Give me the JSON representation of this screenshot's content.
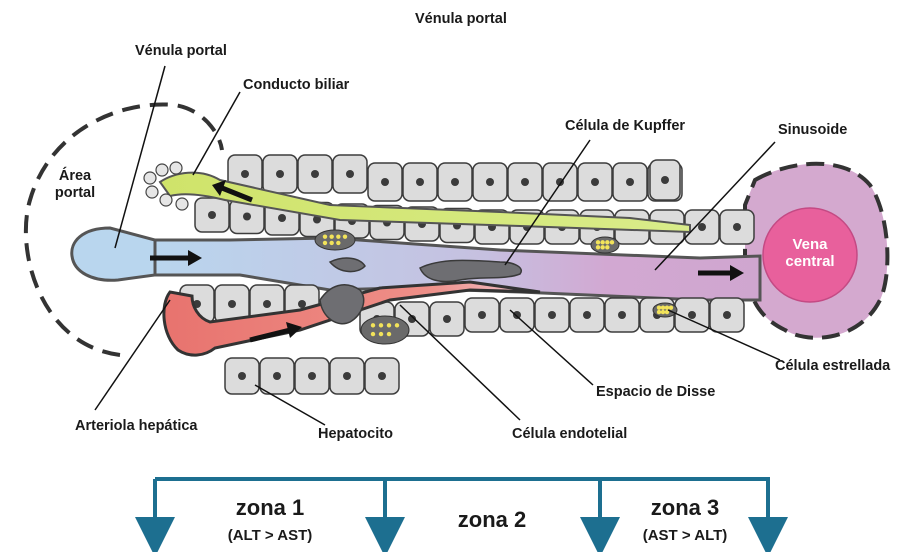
{
  "title": "Vénula portal",
  "labels": {
    "venula_portal": "Vénula portal",
    "conducto_biliar": "Conducto biliar",
    "area_portal_line1": "Área",
    "area_portal_line2": "portal",
    "celula_kupffer": "Célula de Kupffer",
    "sinusoide": "Sinusoide",
    "vena_central_line1": "Vena",
    "vena_central_line2": "central",
    "celula_estrellada": "Célula estrellada",
    "espacio_disse": "Espacio de Disse",
    "arteriola_hepatica": "Arteriola hepática",
    "hepatocito": "Hepatocito",
    "celula_endotelial": "Célula endotelial"
  },
  "zones": [
    {
      "title": "zona 1",
      "subtitle": "(ALT > AST)"
    },
    {
      "title": "zona 2",
      "subtitle": ""
    },
    {
      "title": "zona 3",
      "subtitle": "(AST > ALT)"
    }
  ],
  "colors": {
    "portal_blue": "#b9d6ee",
    "bile_green": "#d3e673",
    "artery_red": "#e8736e",
    "sinusoid_purple": "#cfa6cf",
    "vena_pink": "#e8609c",
    "hepatocyte_gray": "#dcdcdc",
    "outline": "#3d3d3d",
    "zone_bracket": "#1d6f90"
  }
}
